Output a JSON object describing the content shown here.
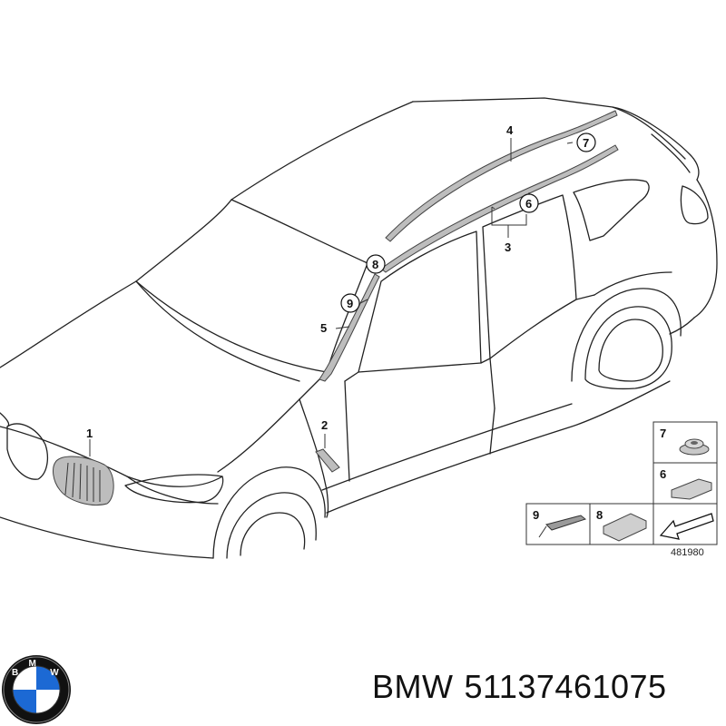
{
  "diagram": {
    "callouts": {
      "c1": "1",
      "c2": "2",
      "c3": "3",
      "c4": "4",
      "c5": "5",
      "c6": "6",
      "c7": "7",
      "c8": "8",
      "c9": "9"
    },
    "legend": {
      "box7": "7",
      "box6": "6",
      "box9": "9",
      "box8": "8"
    },
    "reference_number": "481980"
  },
  "caption": {
    "brand": "BMW",
    "part_number": "51137461075"
  },
  "logo": {
    "letters": "BMW",
    "colors": {
      "blue": "#1c69d4",
      "white": "#ffffff",
      "ring": "#111111"
    }
  }
}
